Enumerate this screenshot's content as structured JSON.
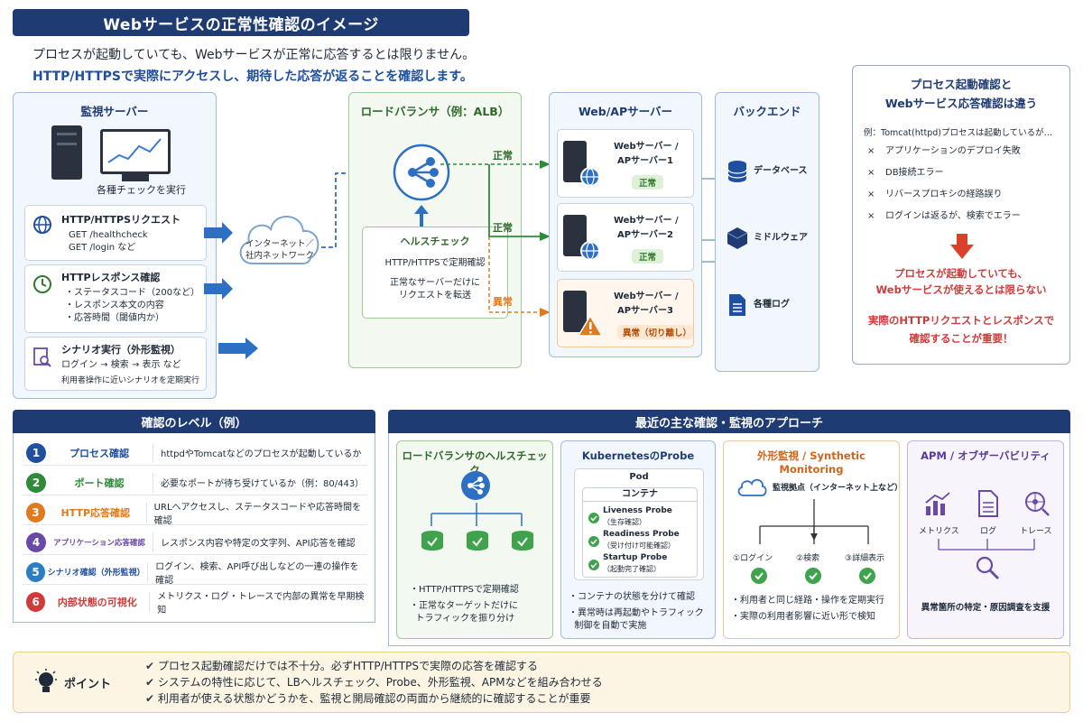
{
  "title": "Webサービスの正常性確認のイメージ",
  "intro": {
    "line1": "プロセスが起動していても、Webサービスが正常に応答するとは限りません。",
    "line2": "HTTP/HTTPSで実際にアクセスし、期待した応答が返ることを確認します。"
  },
  "monitor": {
    "title": "監視サーバー",
    "caption": "各種チェックを実行",
    "items": [
      {
        "title": "HTTP/HTTPSリクエスト",
        "lines": [
          "GET /healthcheck",
          "GET /login など"
        ]
      },
      {
        "title": "HTTPレスポンス確認",
        "lines": [
          "・ステータスコード（200など）",
          "・レスポンス本文の内容",
          "・応答時間（閾値内か）"
        ]
      },
      {
        "title": "シナリオ実行（外形監視）",
        "lines": [
          "ログイン → 検索 → 表示 など",
          "利用者操作に近いシナリオを定期実行"
        ]
      }
    ]
  },
  "cloud_label": "インターネット／\n社内ネットワーク",
  "lb": {
    "title": "ロードバランサ（例：ALB）",
    "hc_title": "ヘルスチェック",
    "hc_line1": "HTTP/HTTPSで定期確認",
    "hc_line2": "正常なサーバーだけに",
    "hc_line3": "リクエストを転送"
  },
  "route_labels": [
    "正常",
    "正常",
    "異常"
  ],
  "web": {
    "title": "Web/APサーバー",
    "servers": [
      {
        "name1": "Webサーバー /",
        "name2": "APサーバー1",
        "status": "正常"
      },
      {
        "name1": "Webサーバー /",
        "name2": "APサーバー2",
        "status": "正常"
      },
      {
        "name1": "Webサーバー /",
        "name2": "APサーバー3",
        "status": "異常（切り離し）"
      }
    ]
  },
  "backend": {
    "title": "バックエンド",
    "items": [
      "データベース",
      "ミドルウェア",
      "各種ログ"
    ]
  },
  "compare": {
    "title1": "プロセス起動確認と",
    "title2": "Webサービス応答確認は違う",
    "example": "例：Tomcat(httpd)プロセスは起動しているが…",
    "items": [
      "アプリケーションのデプロイ失敗",
      "DB接続エラー",
      "リバースプロキシの経路誤り",
      "ログインは返るが、検索でエラー"
    ],
    "mark": "×",
    "warn1": "プロセスが起動していても、",
    "warn2": "Webサービスが使えるとは限らない",
    "key1": "実際のHTTPリクエストとレスポンスで",
    "key2": "確認することが重要！"
  },
  "levels": {
    "title": "確認のレベル（例）",
    "rows": [
      {
        "n": "1",
        "name": "プロセス確認",
        "desc": "httpdやTomcatなどのプロセスが起動しているか",
        "color": "#1f4fa0"
      },
      {
        "n": "2",
        "name": "ポート確認",
        "desc": "必要なポートが待ち受けているか（例：80/443）",
        "color": "#2f8a3a"
      },
      {
        "n": "3",
        "name": "HTTP応答確認",
        "desc": "URLへアクセスし、ステータスコードや応答時間を確認",
        "color": "#e07a1f"
      },
      {
        "n": "4",
        "name": "アプリケーション応答確認",
        "desc": "レスポンス内容や特定の文字列、API応答を確認",
        "color": "#6a4aa8"
      },
      {
        "n": "5",
        "name": "シナリオ確認（外形監視）",
        "desc": "ログイン、検索、API呼び出しなどの一連の操作を確認",
        "color": "#2a7fc4"
      },
      {
        "n": "6",
        "name": "内部状態の可視化",
        "desc": "メトリクス・ログ・トレースで内部の異常を早期検知",
        "color": "#d23a3a"
      }
    ]
  },
  "approaches": {
    "title": "最近の主な確認・監視のアプローチ",
    "lb_hc": {
      "title": "ロードバランサのヘルスチェック",
      "b1": "・HTTP/HTTPSで定期確認",
      "b2": "・正常なターゲットだけに",
      "b3": "  トラフィックを振り分け"
    },
    "k8s": {
      "title": "KubernetesのProbe",
      "pod": "Pod",
      "container": "コンテナ",
      "probes": [
        {
          "name": "Liveness Probe",
          "sub": "（生存確認）"
        },
        {
          "name": "Readiness Probe",
          "sub": "（受け付け可能確認）"
        },
        {
          "name": "Startup Probe",
          "sub": "（起動完了確認）"
        }
      ],
      "b1": "・コンテナの状態を分けて確認",
      "b2": "・異常時は再起動やトラフィック",
      "b3": "  制御を自動で実施"
    },
    "synthetic": {
      "title": "外形監視 / Synthetic Monitoring",
      "origin": "監視拠点（インターネット上など）",
      "steps": [
        "①ログイン",
        "②検索",
        "③詳細表示"
      ],
      "b1": "・利用者と同じ経路・操作を定期実行",
      "b2": "・実際の利用者影響に近い形で検知"
    },
    "apm": {
      "title": "APM / オブザーバビリティ",
      "items": [
        "メトリクス",
        "ログ",
        "トレース"
      ],
      "b1": "異常箇所の特定・原因調査を支援"
    }
  },
  "point": {
    "label": "ポイント",
    "lines": [
      "プロセス起動確認だけでは不十分。必ずHTTP/HTTPSで実際の応答を確認する",
      "システムの特性に応じて、LBヘルスチェック、Probe、外形監視、APMなどを組み合わせる",
      "利用者が使える状態かどうかを、監視と開局確認の両面から継続的に確認することが重要"
    ]
  },
  "colors": {
    "navy": "#1f3b73",
    "green": "#2f8a3a",
    "orange": "#e07a1f",
    "red": "#d23a3a",
    "purple": "#6a4aa8"
  }
}
